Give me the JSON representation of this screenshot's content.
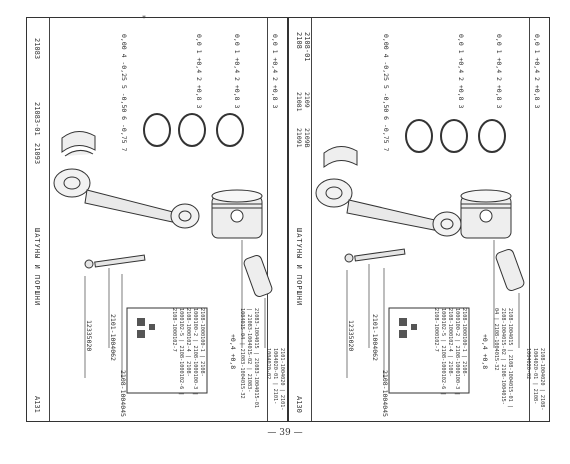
{
  "pages": {
    "left": {
      "model_top": "21083",
      "model_mid": "21083-01",
      "model_low": "21093",
      "title": "ШАТУНЫ И ПОРШНИ",
      "page_code": "A131",
      "bearing_sizes": "0,00 4 -0,25 5 -0,50 6 -0,75 7",
      "ring_set_1": "0,0 1 +0,4 2 +0,8 3",
      "ring_set_2": "0,0 1 +0,4 2 +0,8 3",
      "ring_set_3": "0,0 1 +0,4 2 +0,8 3",
      "rod_part": "2101-1004062",
      "bolt_part": "12335020",
      "liner_part": "2108-1004045",
      "rod_set_list": "2108-1000100-1 | 2108-1000100-2 | 2108-1000100-3 | 2108-1000102-4 | 2108-1000102-5 | 2108-1000102-6 | 2108-1000102-7",
      "piston_sizes": "+0,4 +0,8",
      "piston_parts": "21083-1004015 | 21083-1004015-01 | 21083-1004015-02 | 21083-1004015-04 | 21083-1004015-32",
      "pin_parts": "2101-1004020 | 2101-1004020-01 | 2101-1004020-02"
    },
    "right": {
      "model_top": "2108",
      "model_mid": "2108-01",
      "model_low_a": "21081",
      "model_low_b": "2109",
      "model_low_c": "21091",
      "model_low_d": "2109B",
      "title": "ШАТУНЫ И ПОРШНИ",
      "page_code": "A130",
      "bearing_sizes": "0,00 4 -0,25 5 -0,50 6 -0,75 7",
      "ring_set_1": "0,0 1 +0,4 2 +0,8 3",
      "ring_set_2": "0,0 1 +0,4 2 +0,8 3",
      "ring_set_3": "0,0 1 +0,4 2 +0,8 3",
      "rod_part": "2101-1004062",
      "bolt_part": "12335020",
      "liner_part": "2108-1004045",
      "rod_set_list": "2108-1000100-1 | 2108-1000100-2 | 2108-1000100-3 | 2108-1000102-4 | 2108-1000102-5 | 2108-1000102-6 | 2108-1000102-7",
      "piston_sizes": "+0,4 +0,8",
      "piston_parts": "2108-1004015 | 2108-1004015-01 | 2108-1004015-02 | 2108-1004015-04 | 2108-1004015-32",
      "pin_parts": "2108-1004020 | 2108-1004020-01 | 2108-1004020-02"
    }
  },
  "footer": {
    "page_number": "— 39 —"
  }
}
